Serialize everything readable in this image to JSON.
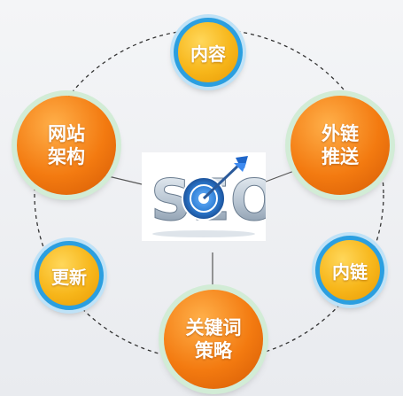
{
  "nodes": {
    "content": "内容",
    "architecture": "网站\n架构",
    "external_links": "外链\n推送",
    "update": "更新",
    "internal_links": "内链",
    "keywords": "关键词\n策略"
  },
  "center_image": {
    "text": "SEO"
  },
  "colors": {
    "orange": "#f37a10",
    "yellow": "#f7b61a",
    "blue_ring": "#2b9fe0",
    "steel": "#b9c6d3"
  }
}
